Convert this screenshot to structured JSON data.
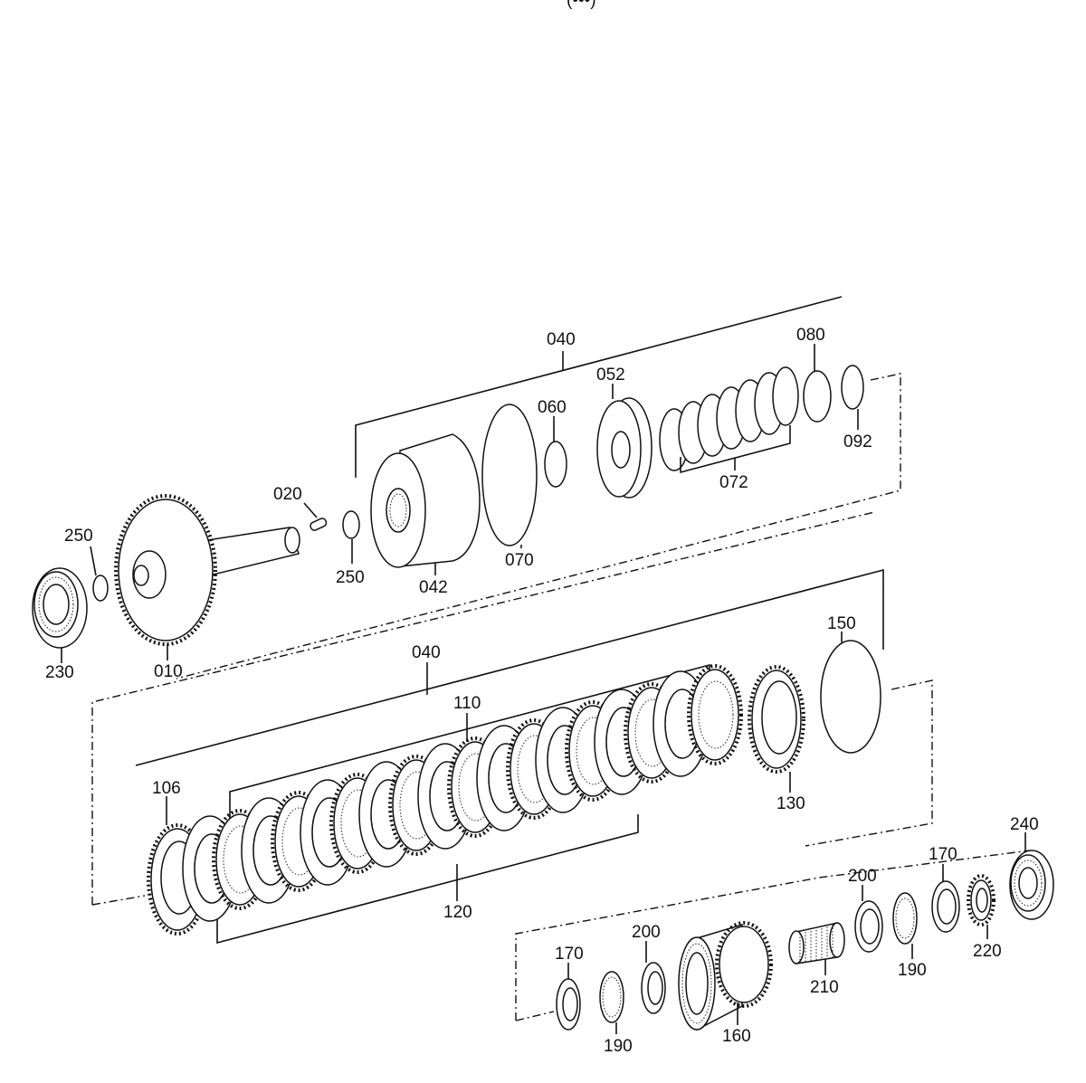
{
  "header_partial": "(•••)",
  "labels": {
    "p040_top": "040",
    "p080": "080",
    "p052": "052",
    "p060": "060",
    "p092": "092",
    "p072": "072",
    "p020": "020",
    "p250_right": "250",
    "p070": "070",
    "p042": "042",
    "p250_left": "250",
    "p230": "230",
    "p010": "010",
    "p040_mid": "040",
    "p150": "150",
    "p110": "110",
    "p106": "106",
    "p130": "130",
    "p120": "120",
    "p240": "240",
    "p170_right": "170",
    "p200_right": "200",
    "p220": "220",
    "p190_right": "190",
    "p210": "210",
    "p200_left": "200",
    "p170_left": "170",
    "p160": "160",
    "p190_left": "190"
  }
}
